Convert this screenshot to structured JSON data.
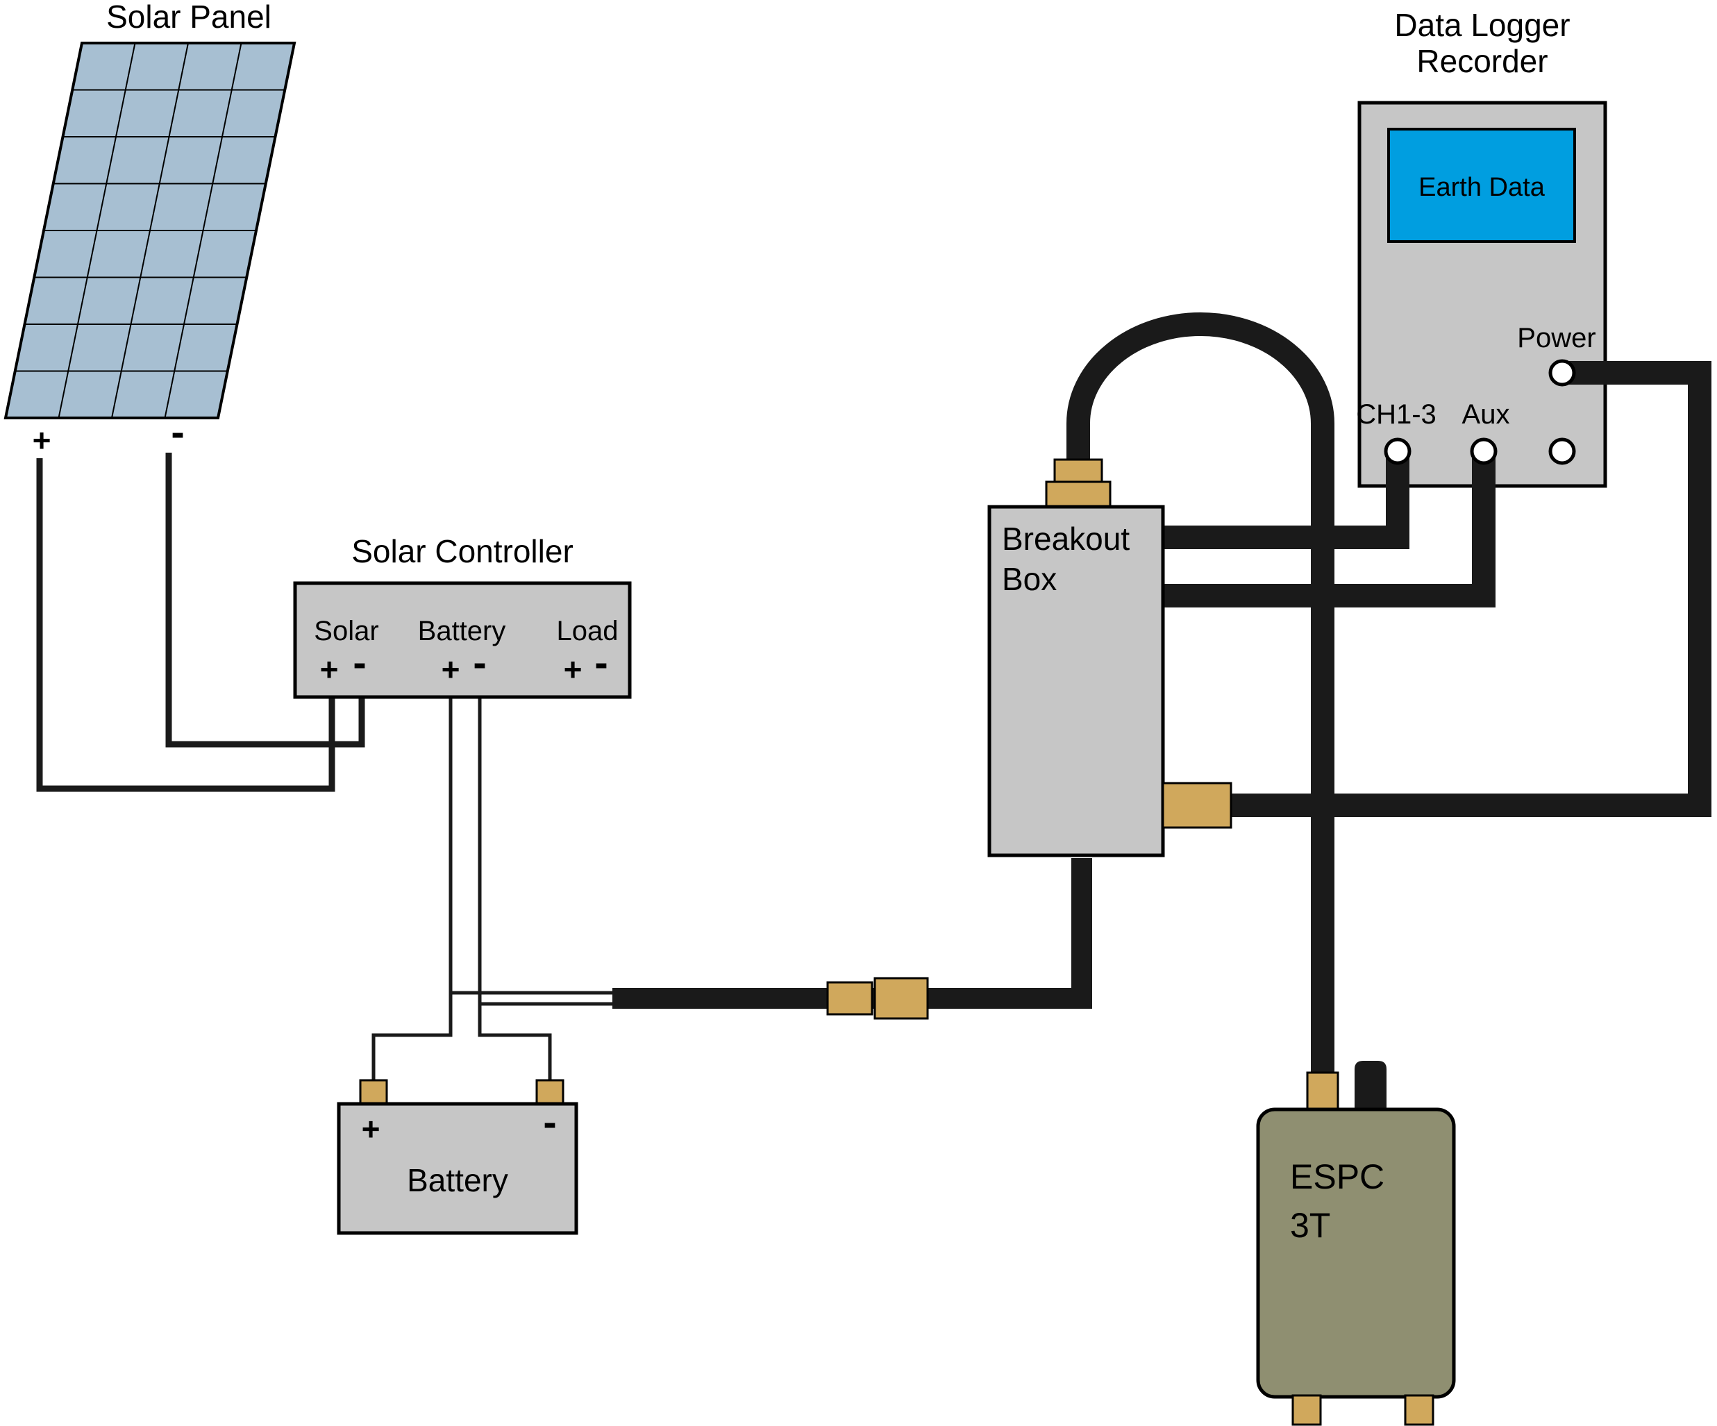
{
  "colors": {
    "background": "#ffffff",
    "panel_blue": "#a7bfd2",
    "box_gray": "#c6c6c6",
    "screen_blue": "#009ee0",
    "connector_tan": "#d0a85c",
    "espc_olive": "#8f8f71",
    "wire_black": "#1a1a1a"
  },
  "solar_panel": {
    "title": "Solar Panel",
    "plus": "+",
    "minus": "-"
  },
  "solar_controller": {
    "title": "Solar Controller",
    "ports": [
      {
        "name": "Solar",
        "plus": "+",
        "minus": "-"
      },
      {
        "name": "Battery",
        "plus": "+",
        "minus": "-"
      },
      {
        "name": "Load",
        "plus": "+",
        "minus": "-"
      }
    ]
  },
  "battery": {
    "label": "Battery",
    "plus": "+",
    "minus": "-"
  },
  "breakout_box": {
    "label_line1": "Breakout",
    "label_line2": "Box"
  },
  "data_logger": {
    "title_line1": "Data Logger",
    "title_line2": "Recorder",
    "screen_text": "Earth Data",
    "power_label": "Power",
    "ch_label": "CH1-3",
    "aux_label": "Aux"
  },
  "espc_sensor": {
    "label_line1": "ESPC",
    "label_line2": "3T"
  }
}
